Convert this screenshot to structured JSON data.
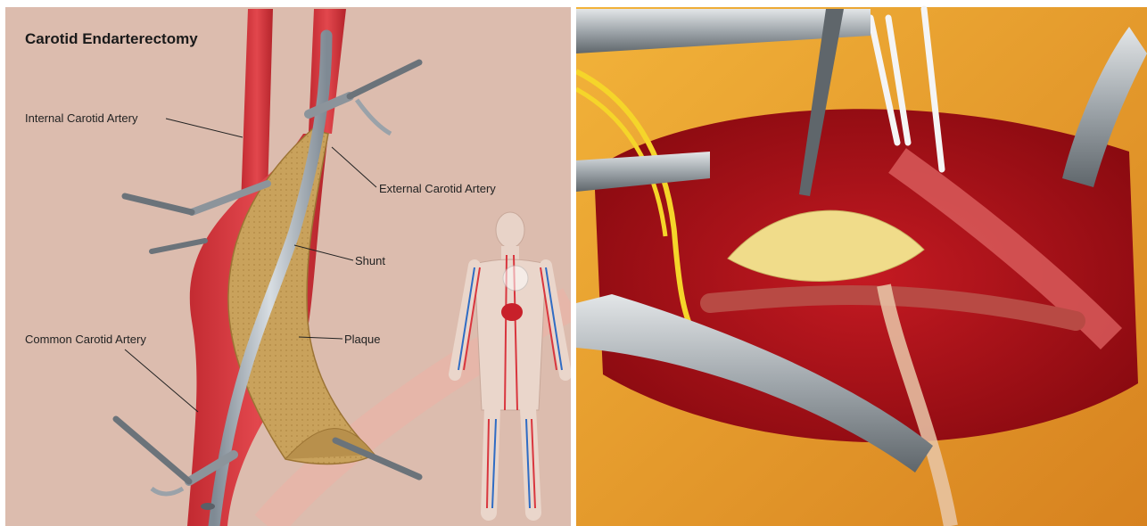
{
  "illustration": {
    "title": "Carotid Endarterectomy",
    "labels": {
      "internal_carotid_artery": "Internal Carotid Artery",
      "external_carotid_artery": "External Carotid Artery",
      "shunt": "Shunt",
      "common_carotid_artery": "Common Carotid Artery",
      "plaque": "Plaque"
    }
  },
  "colors": {
    "illustration_background": "#dcbcae",
    "artery_red": "#d9363e",
    "plaque_tan": "#c9a25c",
    "shunt_grey": "#9aa4ad",
    "surgical_field": "#b3131b",
    "retracted_tissue": "#e8a02a"
  }
}
